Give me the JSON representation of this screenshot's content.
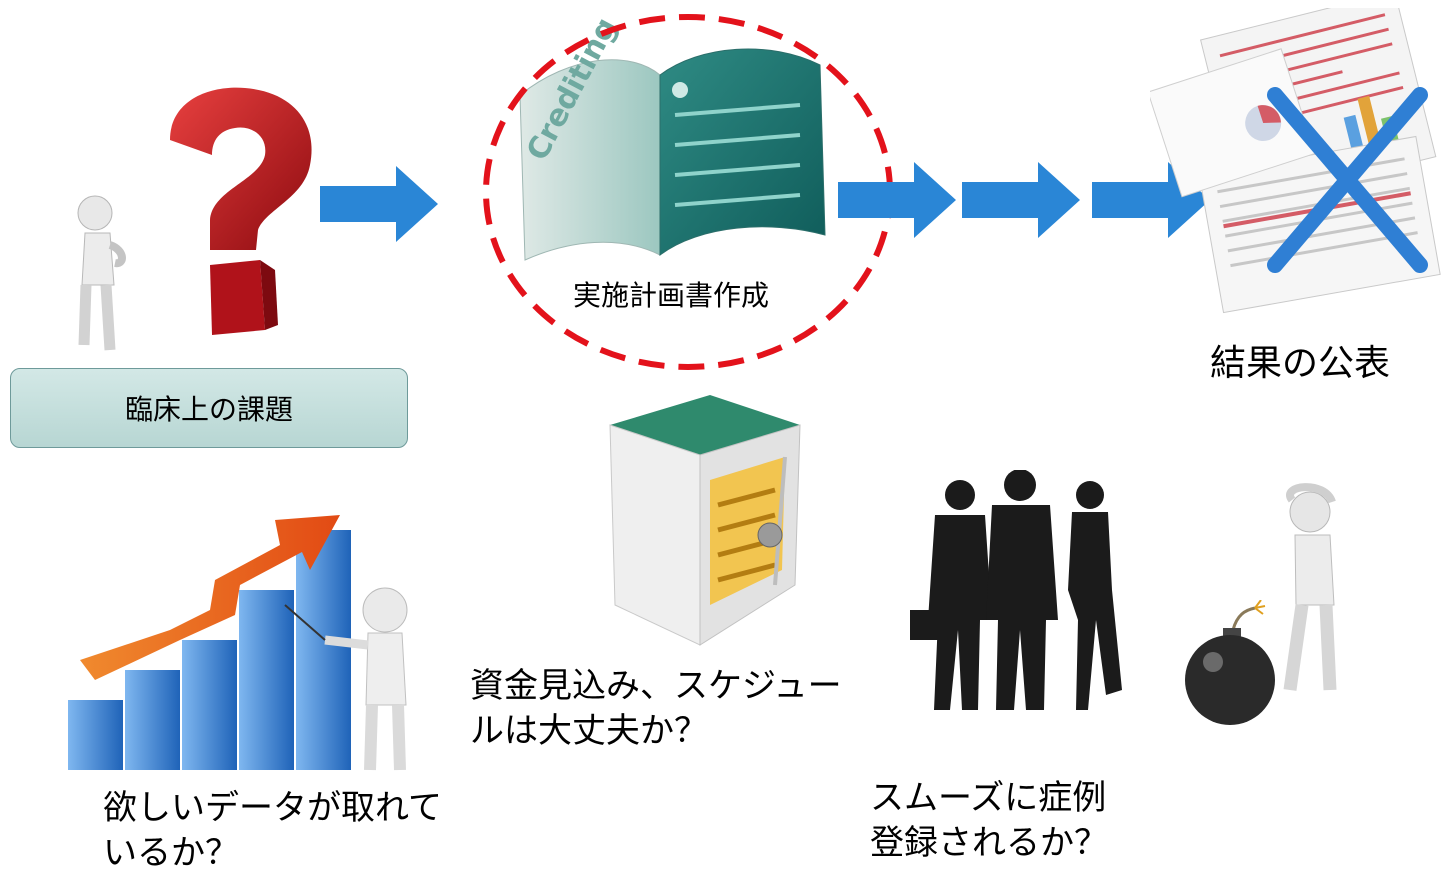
{
  "flow": {
    "start_label": "臨床上の課題",
    "plan_label": "実施計画書作成",
    "book_cover_text": "Crediting",
    "end_label": "結果の公表"
  },
  "concerns": {
    "data_line1": "欲しいデータが取れて",
    "data_line2": "いるか？",
    "funding_line1": "資金見込み、スケジュー",
    "funding_line2": "ルは大丈夫か？",
    "enrollment_line1": "スムーズに症例",
    "enrollment_line2": "登録されるか？"
  },
  "colors": {
    "arrow": "#2a86d6",
    "highlight_circle": "#e3121b",
    "cross": "#2f7fd4",
    "question_mark": "#c8161d",
    "box_border": "#6e9a9a"
  },
  "icons": [
    "thinking-figure-icon",
    "question-mark-icon",
    "open-book-icon",
    "report-documents-icon",
    "safe-with-gold-icon",
    "rising-chart-icon",
    "businesspeople-silhouette-icon",
    "worried-figure-icon",
    "bomb-icon"
  ]
}
